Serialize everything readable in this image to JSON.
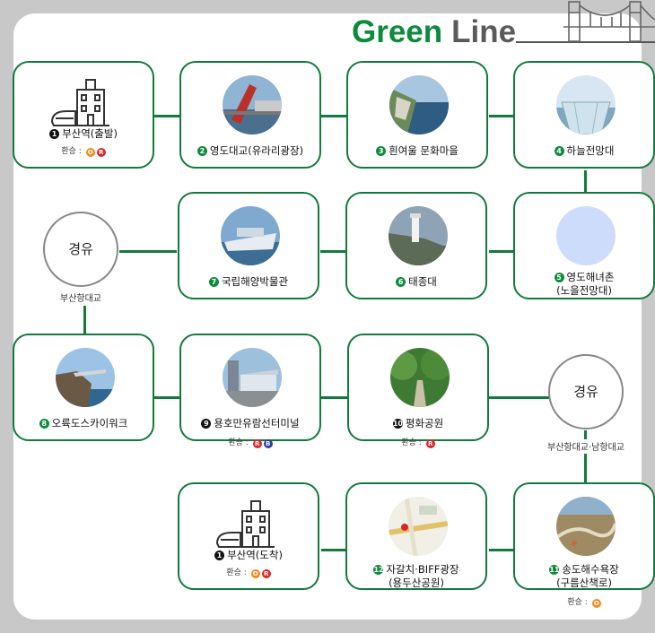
{
  "title": {
    "green": "Green",
    "line": "Line"
  },
  "transfer_label": "환승 :",
  "via": [
    {
      "label": "경유",
      "caption": "부산항대교"
    },
    {
      "label": "경유",
      "caption": "부산항대교·남항대교"
    }
  ],
  "stops": [
    {
      "num": "1",
      "name": "부산역(출발)",
      "transfer": [
        "O",
        "R"
      ]
    },
    {
      "num": "2",
      "name": "영도대교(유라리광장)"
    },
    {
      "num": "3",
      "name": "흰여울 문화마을"
    },
    {
      "num": "4",
      "name": "하늘전망대"
    },
    {
      "num": "5",
      "name": "영도해녀촌",
      "name2": "(노을전망대)"
    },
    {
      "num": "6",
      "name": "태종대"
    },
    {
      "num": "7",
      "name": "국립해양박물관"
    },
    {
      "num": "8",
      "name": "오륙도스카이워크"
    },
    {
      "num": "9",
      "name": "용호만유람선터미널",
      "transfer": [
        "R",
        "B"
      ]
    },
    {
      "num": "10",
      "name": "평화공원",
      "transfer": [
        "R"
      ]
    },
    {
      "num": "11",
      "name": "송도해수욕장",
      "name2": "(구름산책로)",
      "transfer": [
        "O"
      ]
    },
    {
      "num": "12",
      "name": "자갈치·BIFF광장",
      "name2": "(용두산공원)"
    },
    {
      "num": "1",
      "name": "부산역(도착)",
      "transfer": [
        "O",
        "R"
      ]
    }
  ],
  "colors": {
    "green": "#0e8a3c",
    "orange": "#f08a1c",
    "red": "#d8262c",
    "blue": "#2c3f9e"
  }
}
